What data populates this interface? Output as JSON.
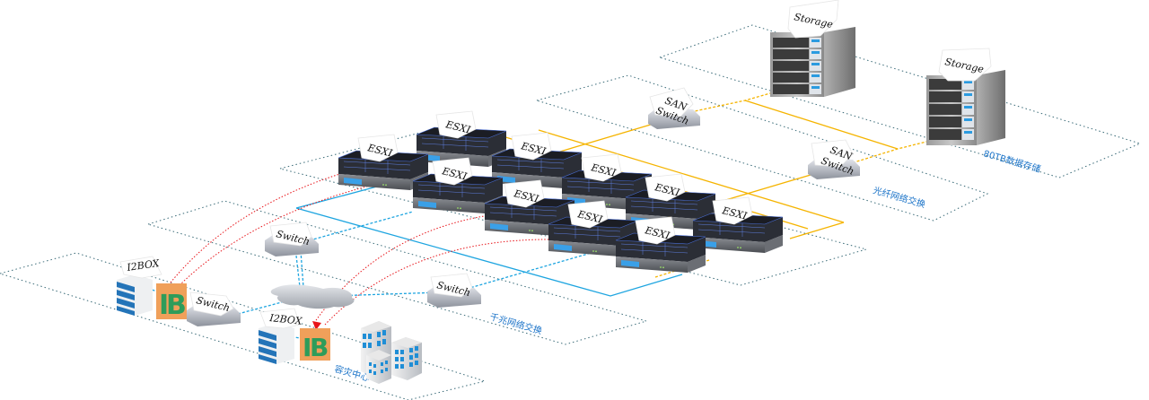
{
  "diagram": {
    "title": "ESXi virtualization cluster with SAN storage and disaster recovery",
    "colors": {
      "fiber_link": "#f5b400",
      "gigabit_link": "#1ea5e0",
      "replication_link": "#e8141a",
      "zone_border": "#3a6b78",
      "zone_label": "#1a73c8"
    },
    "zones": [
      {
        "id": "storage",
        "label": "80TB数据存储"
      },
      {
        "id": "fiber",
        "label": "光纤网络交换"
      },
      {
        "id": "gigabit",
        "label": "千兆网络交换"
      },
      {
        "id": "dr",
        "label": "容灾中心"
      }
    ],
    "nodes": {
      "storage": [
        {
          "label": "Storage",
          "icon": "storage-rack-icon"
        },
        {
          "label": "Storage",
          "icon": "storage-rack-icon"
        }
      ],
      "san_switches": [
        {
          "label": "SAN Switch",
          "line1": "SAN",
          "line2": "Switch",
          "icon": "san-switch-icon"
        },
        {
          "label": "SAN Switch",
          "line1": "SAN",
          "line2": "Switch",
          "icon": "san-switch-icon"
        }
      ],
      "esxi_hosts": [
        {
          "label": "ESXI"
        },
        {
          "label": "ESXI"
        },
        {
          "label": "ESXI"
        },
        {
          "label": "ESXI"
        },
        {
          "label": "ESXI"
        },
        {
          "label": "ESXI"
        },
        {
          "label": "ESXI"
        },
        {
          "label": "ESXI"
        },
        {
          "label": "ESXI"
        },
        {
          "label": "ESXI"
        }
      ],
      "switches": [
        {
          "label": "Switch"
        },
        {
          "label": "Switch"
        },
        {
          "label": "Switch"
        }
      ],
      "i2box": [
        {
          "label": "I2BOX"
        },
        {
          "label": "I2BOX"
        }
      ],
      "cloud": {
        "icon": "network-cloud-icon"
      },
      "building": {
        "icon": "office-building-icon"
      }
    }
  }
}
